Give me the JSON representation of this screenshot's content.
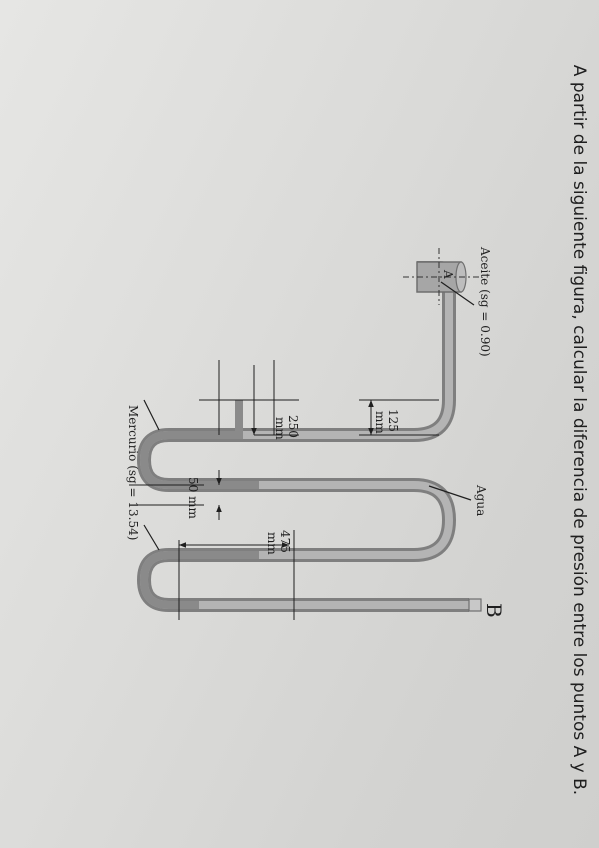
{
  "question": "A partir de la siguiente figura, calcular la diferencia de presión entre los puntos A y B.",
  "labels": {
    "oil": "Aceite (sg = 0.90)",
    "point_a": "A",
    "point_b": "B",
    "water": "Agua",
    "mercury": "Mercurio (sg = 13.54)"
  },
  "dimensions": {
    "d125_value": "125",
    "d125_unit": "mm",
    "d250_value": "250",
    "d250_unit": "mm",
    "d50": "50 mm",
    "d475_value": "475",
    "d475_unit": "mm"
  },
  "colors": {
    "tube": "#8c8c8c",
    "tube_fill": "#a8a8a8",
    "ink": "#1f1f1f"
  }
}
